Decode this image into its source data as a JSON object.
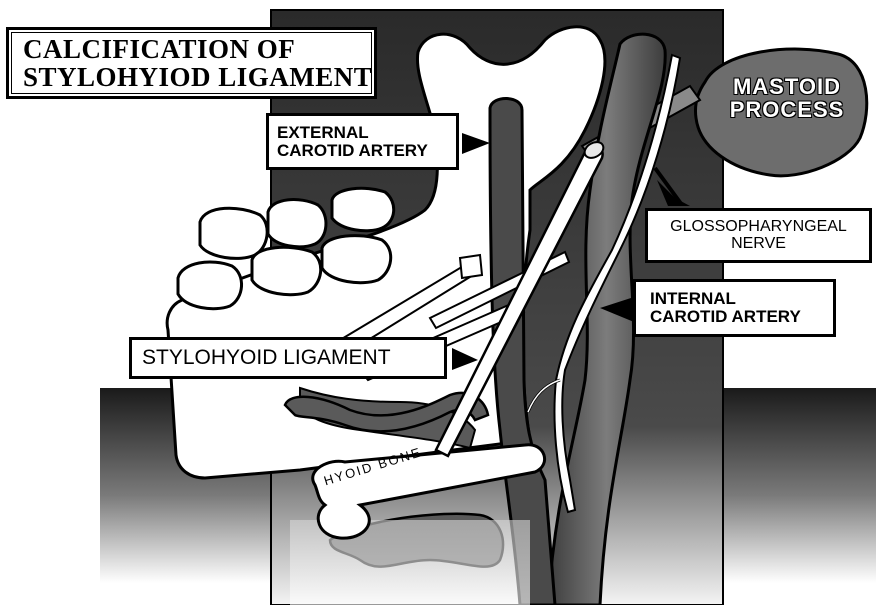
{
  "title": {
    "line1": "CALCIFICATION OF",
    "line2": "STYLOHYIOD LIGAMENT"
  },
  "labels": {
    "external_carotid": {
      "line1": "EXTERNAL",
      "line2": "CAROTID ARTERY"
    },
    "glossopharyngeal": {
      "line1": "GLOSSOPHARYNGEAL",
      "line2": "NERVE"
    },
    "internal_carotid": {
      "line1": "INTERNAL",
      "line2": "CAROTID ARTERY"
    },
    "stylohyoid": "STYLOHYOID LIGAMENT",
    "mastoid": {
      "line1": "MASTOID",
      "line2": "PROCESS"
    },
    "hyoid": "HYOID BONE"
  },
  "colors": {
    "background_dark": "#3a3a3a",
    "artery_fill": "#6b6b6b",
    "bone_fill": "#ffffff",
    "outline": "#000000"
  }
}
